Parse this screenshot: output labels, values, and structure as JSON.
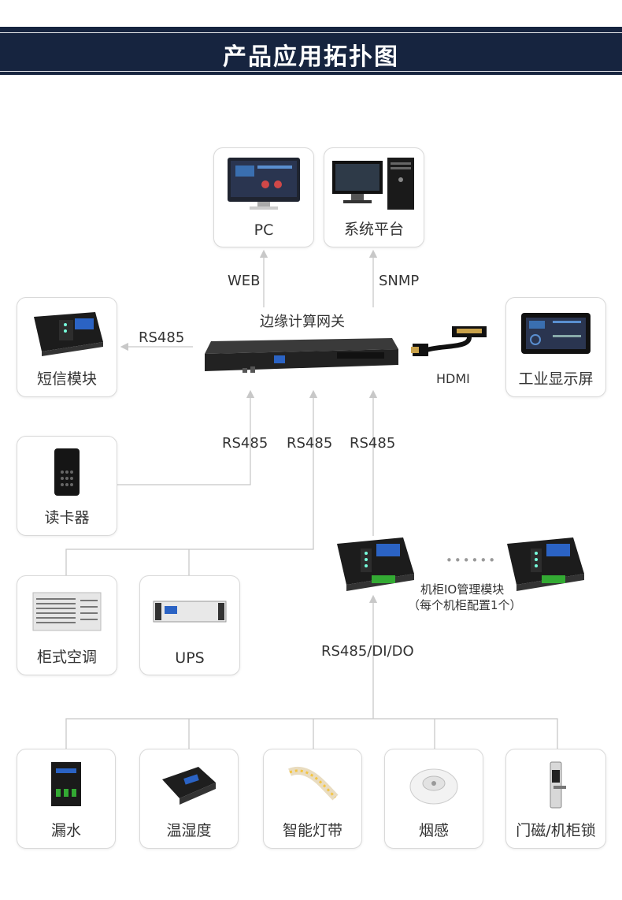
{
  "header": {
    "title": "产品应用拓扑图"
  },
  "gateway": {
    "label": "边缘计算网关"
  },
  "cards": {
    "pc": "PC",
    "platform": "系统平台",
    "sms": "短信模块",
    "display": "工业显示屏",
    "card_reader": "读卡器",
    "ac": "柜式空调",
    "ups": "UPS",
    "leak": "漏水",
    "temp": "温湿度",
    "led": "智能灯带",
    "smoke": "烟感",
    "lock": "门磁/机柜锁"
  },
  "links": {
    "web": "WEB",
    "snmp": "SNMP",
    "rs485_sms": "RS485",
    "hdmi": "HDMI",
    "rs485_a": "RS485",
    "rs485_b": "RS485",
    "rs485_c": "RS485",
    "rs485_dido": "RS485/DI/DO"
  },
  "io_module": {
    "label": "机柜IO管理模块",
    "note": "（每个机柜配置1个）",
    "dots": "••••••"
  },
  "colors": {
    "banner": "#16243f",
    "line": "#c8c8c8"
  }
}
